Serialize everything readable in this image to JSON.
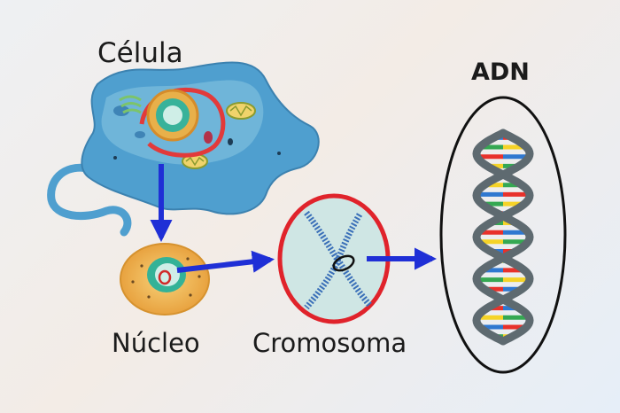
{
  "labels": {
    "cell": "Célula",
    "nucleus": "Núcleo",
    "chromosome": "Cromosoma",
    "dna": "ADN"
  },
  "colors": {
    "arrow": "#1f2fd6",
    "cell_fill": "#4f9fcf",
    "chromosome_ring": "#e0232b",
    "chromosome_fill": "#cfe6e4",
    "dna_ellipse": "#111111",
    "dna_backbone": "#5e6a70",
    "base_pairs": [
      "#e8312b",
      "#f5d327",
      "#2f78d0",
      "#35a852"
    ]
  },
  "flow": [
    "cell",
    "nucleus",
    "chromosome",
    "dna"
  ]
}
